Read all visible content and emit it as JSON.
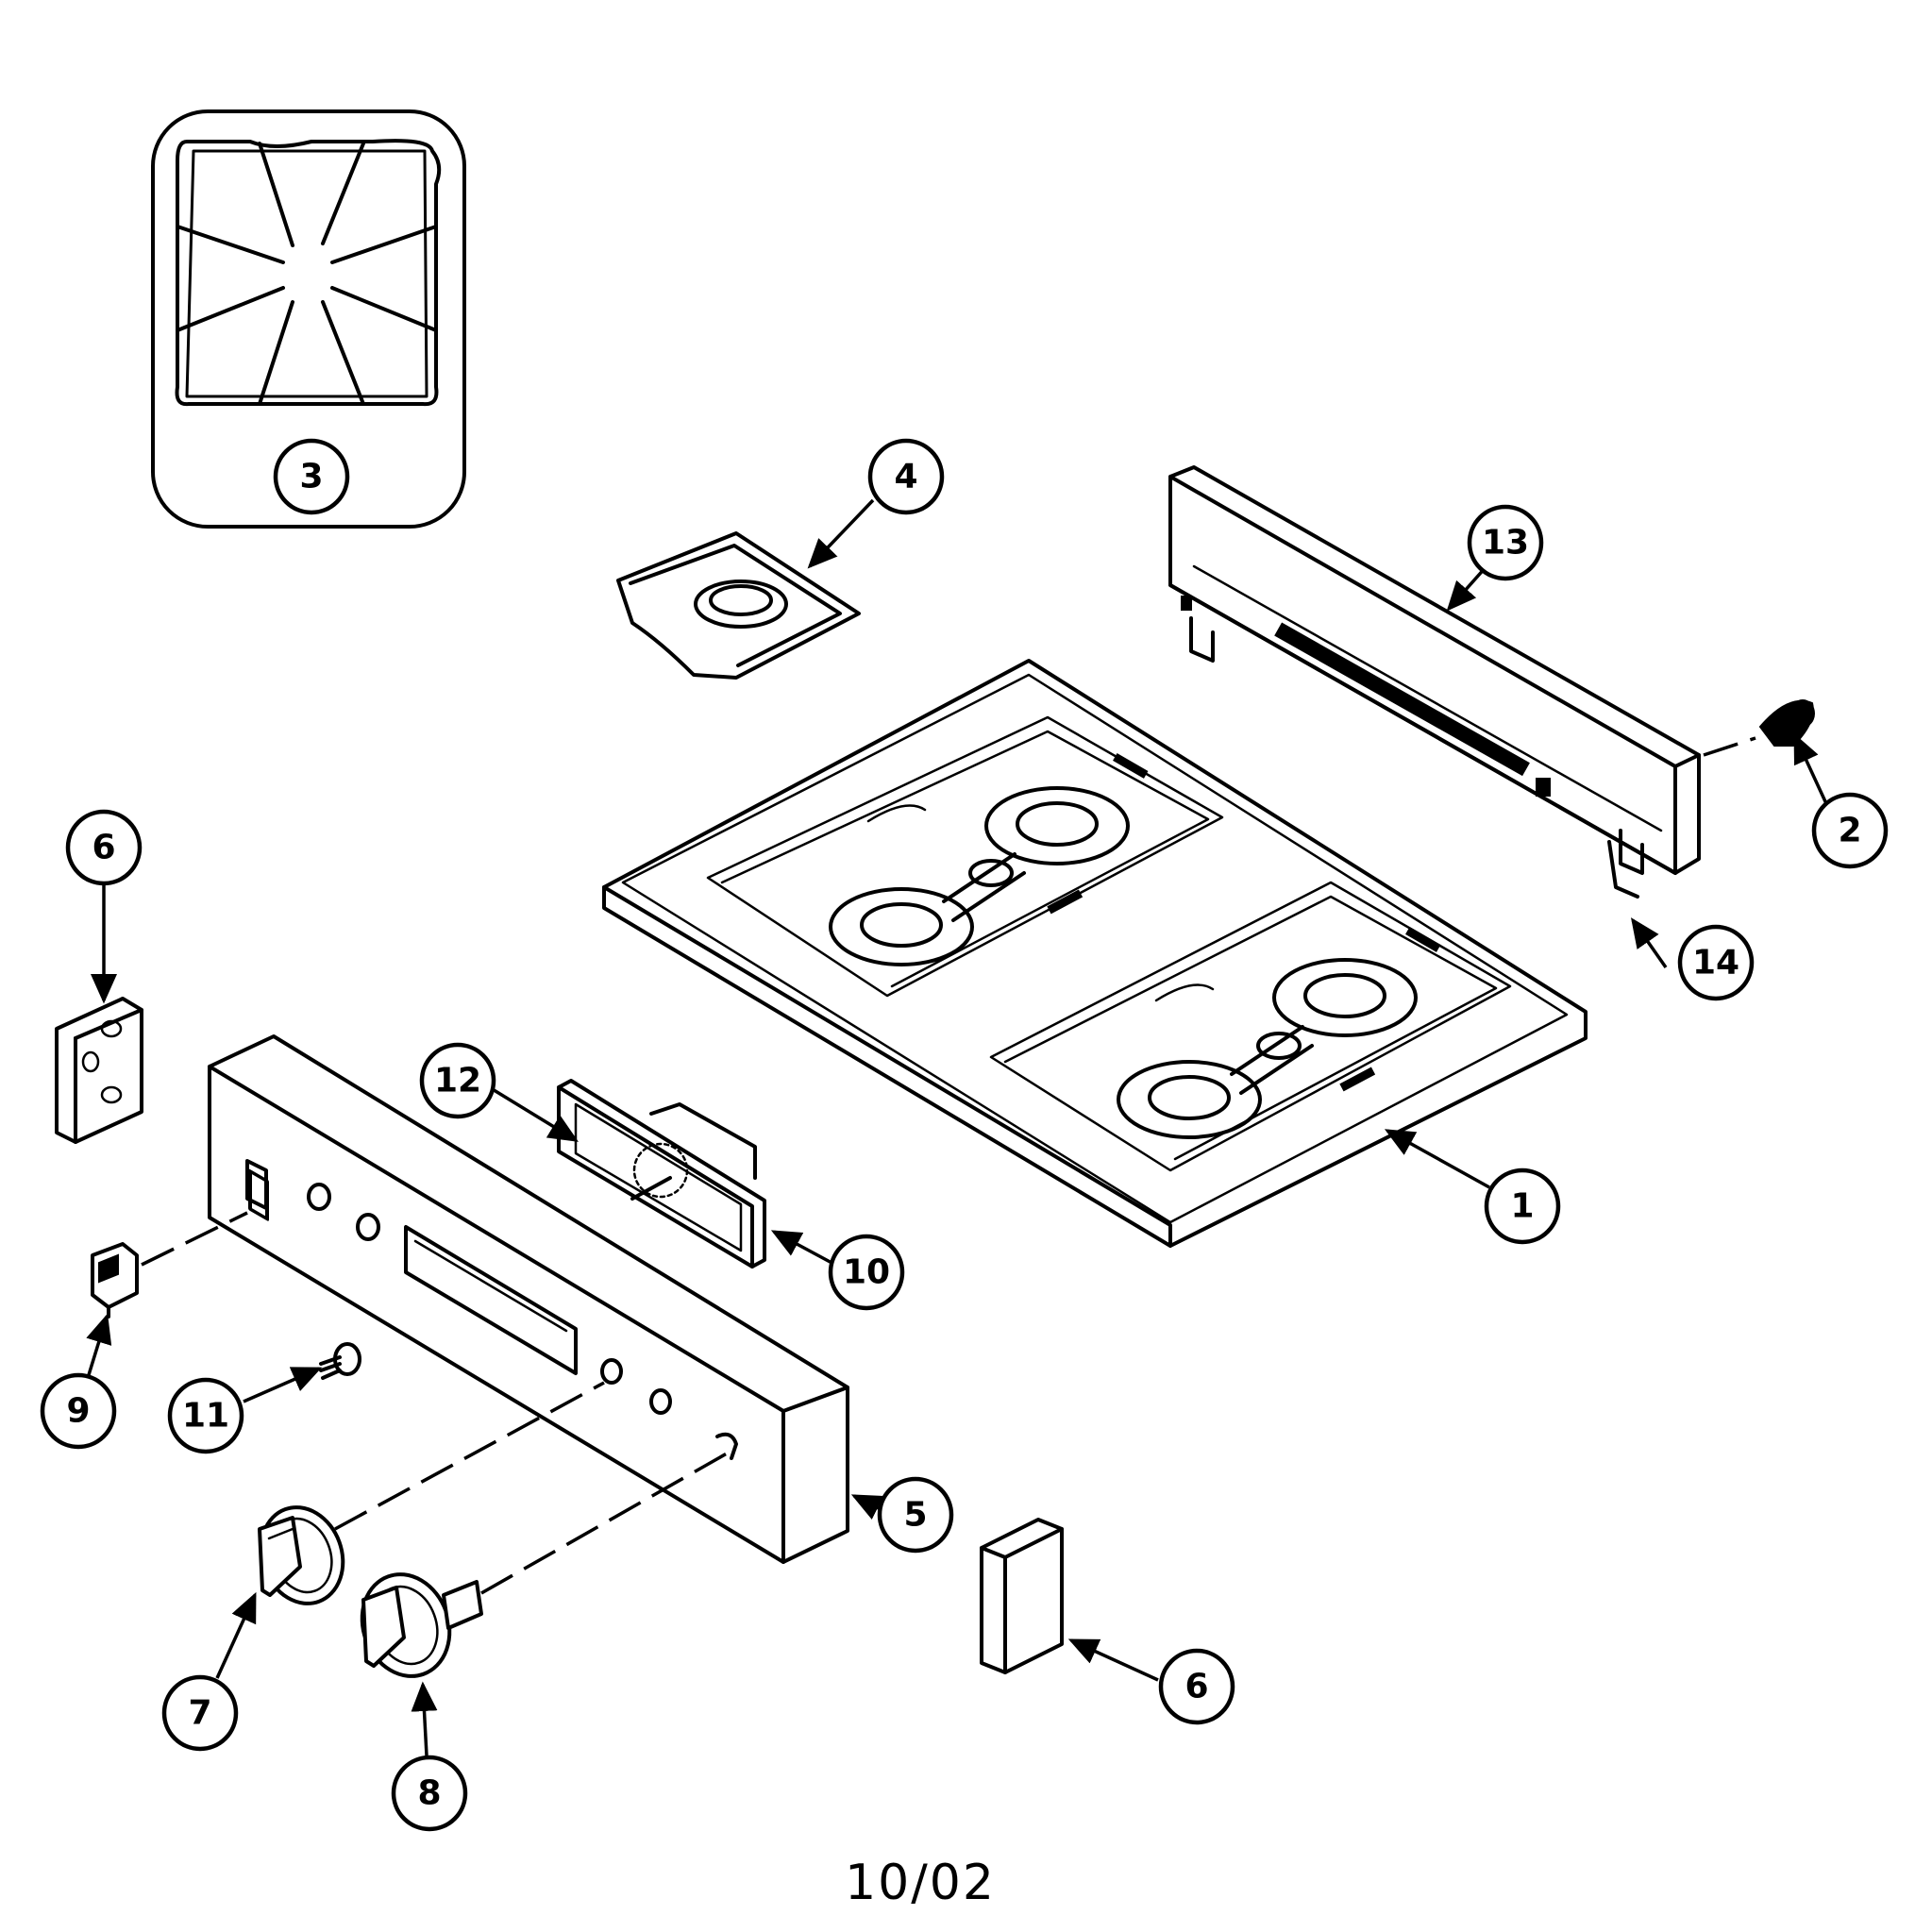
{
  "diagram": {
    "callouts": {
      "c1": "1",
      "c2": "2",
      "c3": "3",
      "c4": "4",
      "c5": "5",
      "c6a": "6",
      "c6b": "6",
      "c7": "7",
      "c8": "8",
      "c9": "9",
      "c10": "10",
      "c11": "11",
      "c12": "12",
      "c13": "13",
      "c14": "14"
    },
    "footer": "10/02"
  }
}
